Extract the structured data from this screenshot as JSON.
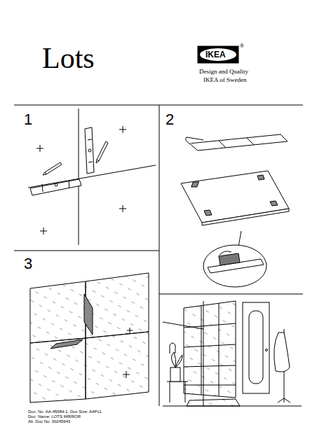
{
  "diagram": {
    "title": "Lots",
    "labels": [
      "IKEA",
      "®",
      "Design and Quality",
      "IKEA of Sweden",
      "1",
      "2",
      "3",
      "Doc. No: AA-45984-1, Doc Size: A4Px1",
      "Doc. Name: LOTS MIRROR",
      "Alt. Doc No: 00245943"
    ]
  }
}
